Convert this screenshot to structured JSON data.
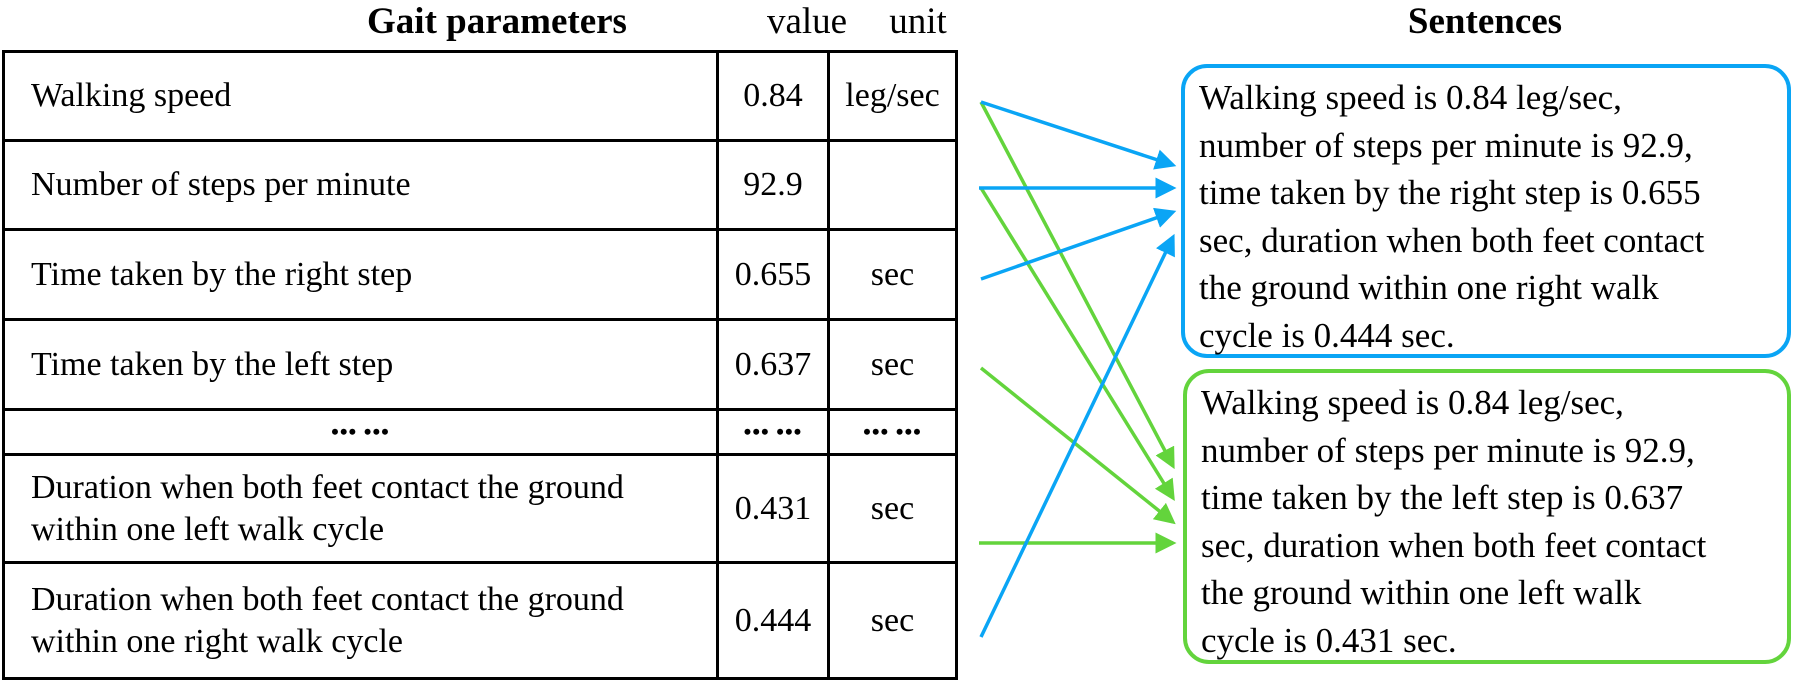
{
  "headers": {
    "params": "Gait parameters",
    "value": "value",
    "unit": "unit",
    "sentences": "Sentences"
  },
  "colors": {
    "blue": "#0aa5f5",
    "green": "#63d43c"
  },
  "rows": [
    {
      "param": "Walking speed",
      "value": "0.84",
      "unit": "leg/sec"
    },
    {
      "param": "Number of steps per minute",
      "value": "92.9",
      "unit": ""
    },
    {
      "param": "Time taken by the right step",
      "value": "0.655",
      "unit": "sec"
    },
    {
      "param": "Time taken by the left step",
      "value": "0.637",
      "unit": "sec"
    },
    {
      "param": "••• •••",
      "value": "••• •••",
      "unit": "••• •••"
    },
    {
      "param_lines": [
        "Duration when both feet contact the ground",
        "within one left walk cycle"
      ],
      "value": "0.431",
      "unit": "sec"
    },
    {
      "param_lines": [
        "Duration when both feet contact the ground",
        "within one right walk cycle"
      ],
      "value": "0.444",
      "unit": "sec"
    }
  ],
  "sentences": [
    {
      "lines": [
        "Walking speed is 0.84 leg/sec,",
        "number of steps per minute is 92.9,",
        "time taken by the right step is 0.655",
        "sec, duration when both feet contact",
        "the ground within one right walk",
        "cycle is 0.444 sec."
      ]
    },
    {
      "lines": [
        "Walking speed is 0.84 leg/sec,",
        "number of steps per minute is 92.9,",
        "time taken by the left step is 0.637",
        "sec, duration when both feet contact",
        "the ground within one left walk",
        "cycle is 0.431 sec."
      ]
    }
  ]
}
